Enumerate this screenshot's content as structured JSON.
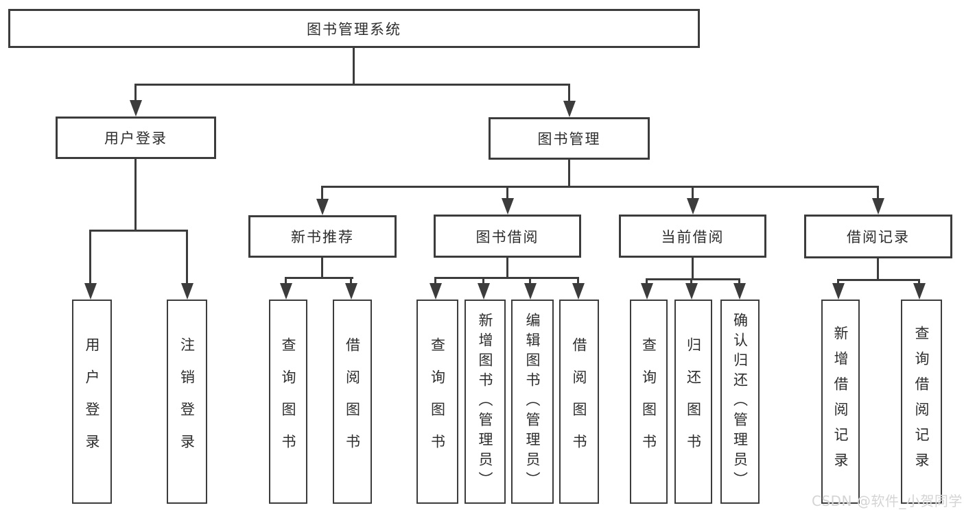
{
  "diagram": {
    "root": {
      "label": "图书管理系统"
    },
    "branches": [
      {
        "label": "用户登录",
        "leaves": [
          {
            "label": "用户登录"
          },
          {
            "label": "注销登录"
          }
        ]
      },
      {
        "label": "图书管理",
        "groups": [
          {
            "label": "新书推荐",
            "leaves": [
              {
                "label": "查询图书"
              },
              {
                "label": "借阅图书"
              }
            ]
          },
          {
            "label": "图书借阅",
            "leaves": [
              {
                "label": "查询图书"
              },
              {
                "label": "新增图书（管理员）"
              },
              {
                "label": "编辑图书（管理员）"
              },
              {
                "label": "借阅图书"
              }
            ]
          },
          {
            "label": "当前借阅",
            "leaves": [
              {
                "label": "查询图书"
              },
              {
                "label": "归还图书"
              },
              {
                "label": "确认归还（管理员）"
              }
            ]
          },
          {
            "label": "借阅记录",
            "leaves": [
              {
                "label": "新增借阅记录"
              },
              {
                "label": "查询借阅记录"
              }
            ]
          }
        ]
      }
    ]
  },
  "watermark": {
    "text": "CSDN @软件_小贺同学"
  },
  "colors": {
    "line": "#3c3c3c",
    "text": "#2d2d2d",
    "background": "#ffffff",
    "watermark": "#d4d4d4"
  }
}
